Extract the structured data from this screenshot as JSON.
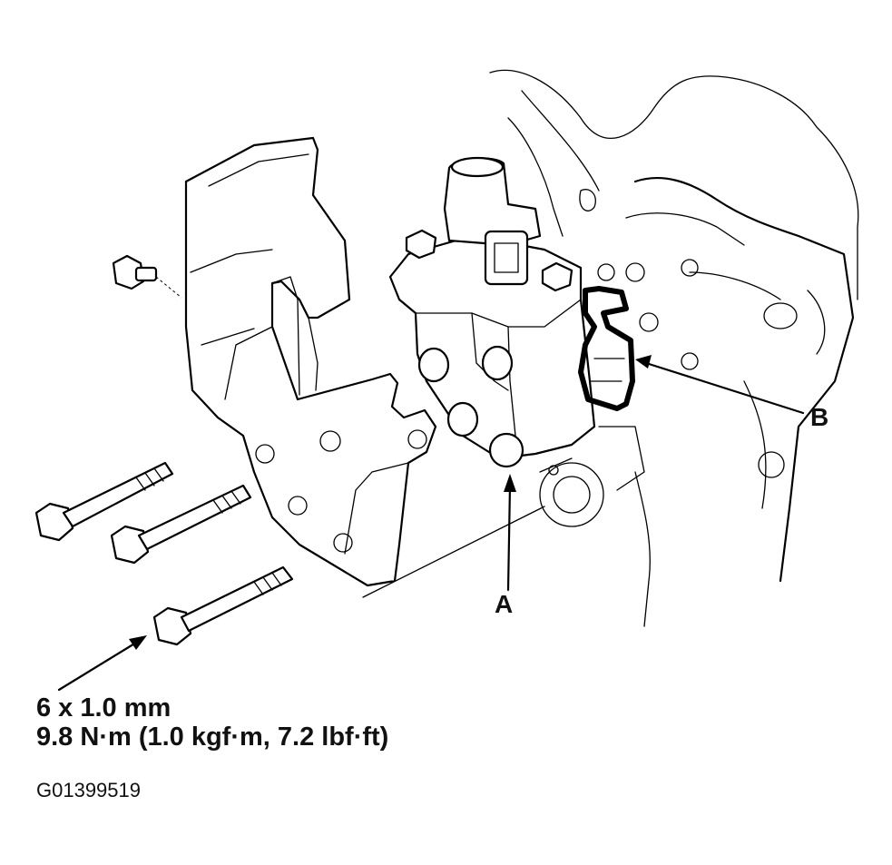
{
  "diagram": {
    "callouts": {
      "a": "A",
      "b": "B"
    },
    "spec": {
      "size": "6 x 1.0 mm",
      "torque": "9.8 N·m (1.0 kgf·m, 7.2 lbf·ft)"
    },
    "figure_id": "G01399519"
  }
}
